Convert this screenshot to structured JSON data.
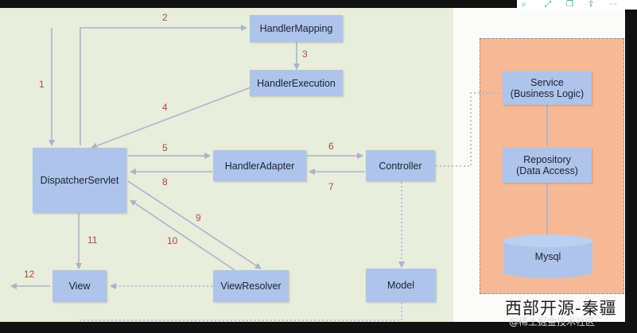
{
  "nodes": {
    "handler_mapping": "HandlerMapping",
    "handler_execution": "HandlerExecution",
    "dispatcher_servlet": "DispatcherServlet",
    "handler_adapter": "HandlerAdapter",
    "controller": "Controller",
    "view_resolver": "ViewResolver",
    "view": "View",
    "model": "Model",
    "service_title": "Service",
    "service_sub": "(Business Logic)",
    "repository_title": "Repository",
    "repository_sub": "(Data Access)",
    "mysql": "Mysql"
  },
  "steps": [
    "1",
    "2",
    "3",
    "4",
    "5",
    "6",
    "7",
    "8",
    "9",
    "10",
    "11",
    "12"
  ],
  "watermark": "西部开源-秦疆",
  "credit": "@稀土掘金技术社区",
  "colors": {
    "diagram_background": "#e8eddc",
    "node_fill": "#aec4ea",
    "layer_panel": "#f6b997",
    "step_number": "#b24a38",
    "arrow": "#aab4c8"
  }
}
